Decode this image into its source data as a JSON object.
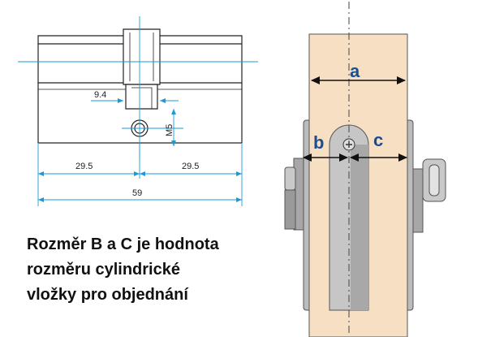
{
  "technical_drawing": {
    "dim_9_4": "9.4",
    "dim_m5": "M5",
    "dim_left_29_5": "29.5",
    "dim_right_29_5": "29.5",
    "dim_total_59": "59"
  },
  "door_view": {
    "label_a": "a",
    "label_b": "b",
    "label_c": "c"
  },
  "caption": {
    "line1": "Rozměr B a C je hodnota",
    "line2": "rozměru cylindrické",
    "line3": "vložky pro objednání"
  },
  "colors": {
    "line_blue": "#1a9bd7",
    "label_blue": "#1a4e8f",
    "door_fill": "#f7dfc3",
    "metal_light": "#c8c8c8",
    "metal_dark": "#8d8d8d"
  }
}
